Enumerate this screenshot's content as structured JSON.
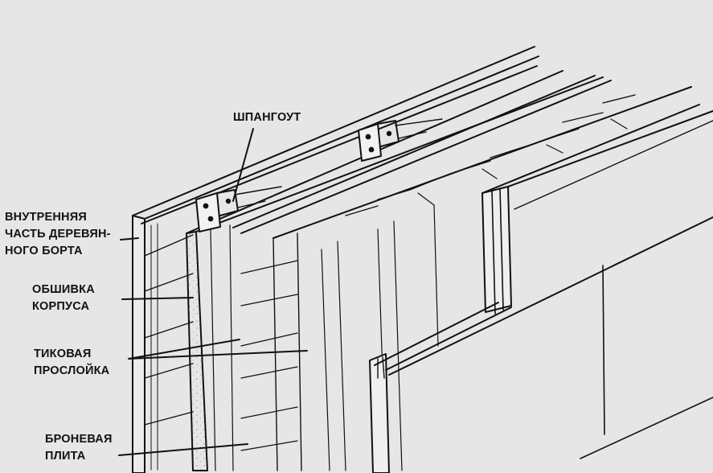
{
  "labels": {
    "frame": "ШПАНГОУТ",
    "inner_wood": [
      "ВНУТРЕННЯЯ",
      "ЧАСТЬ ДЕРЕВЯН-",
      "НОГО БОРТА"
    ],
    "hull_plating": [
      "ОБШИВКА",
      "КОРПУСА"
    ],
    "teak_layer": [
      "ТИКОВАЯ",
      "ПРОСЛОЙКА"
    ],
    "armor_plate": [
      "БРОНЕВАЯ",
      "ПЛИТА"
    ]
  },
  "colors": {
    "background": "#e6e6e6",
    "ink": "#111111",
    "stipple": "#777777"
  }
}
